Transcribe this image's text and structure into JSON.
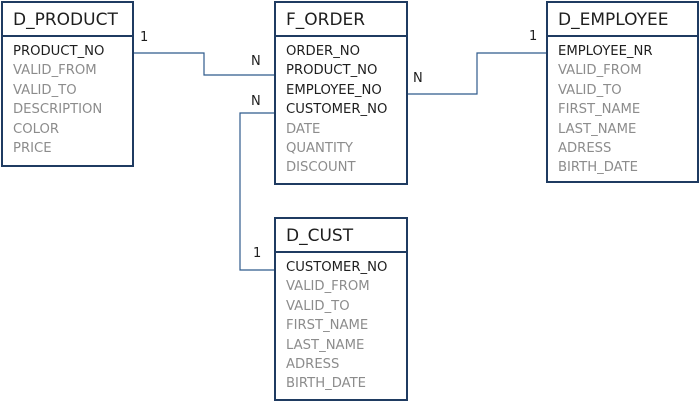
{
  "colors": {
    "border": "#1f3b61",
    "key_text": "#1e1e1e",
    "attribute_text": "#8c8c8c",
    "connector": "#2f5b8c"
  },
  "entities": {
    "d_product": {
      "title": "D_PRODUCT",
      "fields": [
        {
          "name": "PRODUCT_NO",
          "key": true
        },
        {
          "name": "VALID_FROM",
          "key": false
        },
        {
          "name": "VALID_TO",
          "key": false
        },
        {
          "name": "DESCRIPTION",
          "key": false
        },
        {
          "name": "COLOR",
          "key": false
        },
        {
          "name": "PRICE",
          "key": false
        }
      ]
    },
    "f_order": {
      "title": "F_ORDER",
      "fields": [
        {
          "name": "ORDER_NO",
          "key": true
        },
        {
          "name": "PRODUCT_NO",
          "key": true
        },
        {
          "name": "EMPLOYEE_NO",
          "key": true
        },
        {
          "name": "CUSTOMER_NO",
          "key": true
        },
        {
          "name": "DATE",
          "key": false
        },
        {
          "name": "QUANTITY",
          "key": false
        },
        {
          "name": "DISCOUNT",
          "key": false
        }
      ]
    },
    "d_employee": {
      "title": "D_EMPLOYEE",
      "fields": [
        {
          "name": "EMPLOYEE_NR",
          "key": true
        },
        {
          "name": "VALID_FROM",
          "key": false
        },
        {
          "name": "VALID_TO",
          "key": false
        },
        {
          "name": "FIRST_NAME",
          "key": false
        },
        {
          "name": "LAST_NAME",
          "key": false
        },
        {
          "name": "ADRESS",
          "key": false
        },
        {
          "name": "BIRTH_DATE",
          "key": false
        }
      ]
    },
    "d_cust": {
      "title": "D_CUST",
      "fields": [
        {
          "name": "CUSTOMER_NO",
          "key": true
        },
        {
          "name": "VALID_FROM",
          "key": false
        },
        {
          "name": "VALID_TO",
          "key": false
        },
        {
          "name": "FIRST_NAME",
          "key": false
        },
        {
          "name": "LAST_NAME",
          "key": false
        },
        {
          "name": "ADRESS",
          "key": false
        },
        {
          "name": "BIRTH_DATE",
          "key": false
        }
      ]
    }
  },
  "relationships": [
    {
      "from": "d_product",
      "to": "f_order",
      "from_cardinality": "1",
      "to_cardinality": "N"
    },
    {
      "from": "d_employee",
      "to": "f_order",
      "from_cardinality": "1",
      "to_cardinality": "N"
    },
    {
      "from": "d_cust",
      "to": "f_order",
      "from_cardinality": "1",
      "to_cardinality": "N"
    }
  ]
}
